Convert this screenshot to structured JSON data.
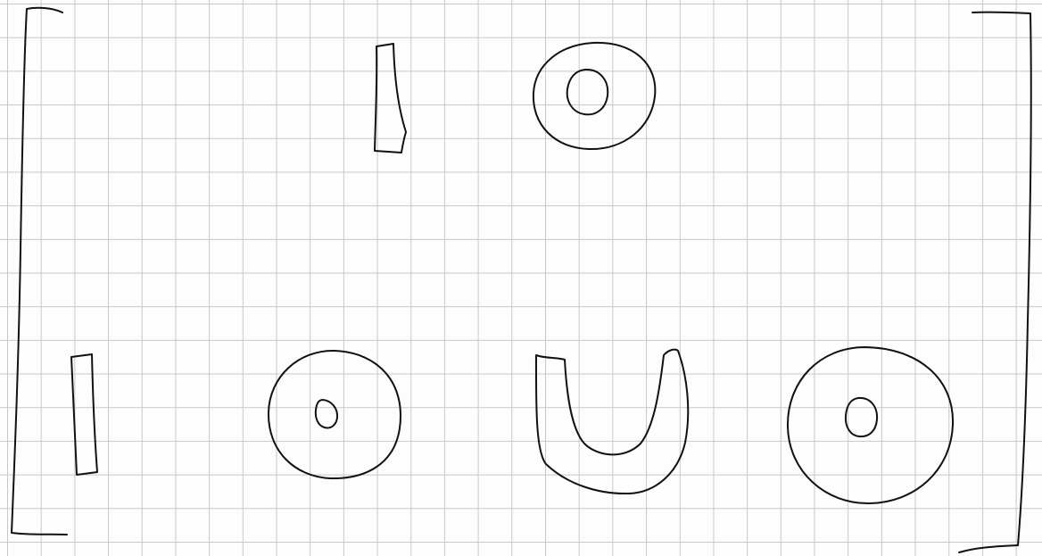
{
  "sheet": {
    "paper": "grid",
    "ink_color": "#111111",
    "grid_color": "#c8c8c8",
    "background_color": "#fdfdfd"
  },
  "shapes": [
    {
      "kind": "bracket",
      "side": "left"
    },
    {
      "kind": "bracket",
      "side": "right"
    },
    {
      "kind": "bar",
      "position": "top"
    },
    {
      "kind": "ring",
      "position": "top"
    },
    {
      "kind": "bar",
      "position": "bottom"
    },
    {
      "kind": "ring",
      "position": "bottom"
    },
    {
      "kind": "u-shape",
      "position": "bottom"
    },
    {
      "kind": "ring",
      "position": "bottom"
    }
  ]
}
